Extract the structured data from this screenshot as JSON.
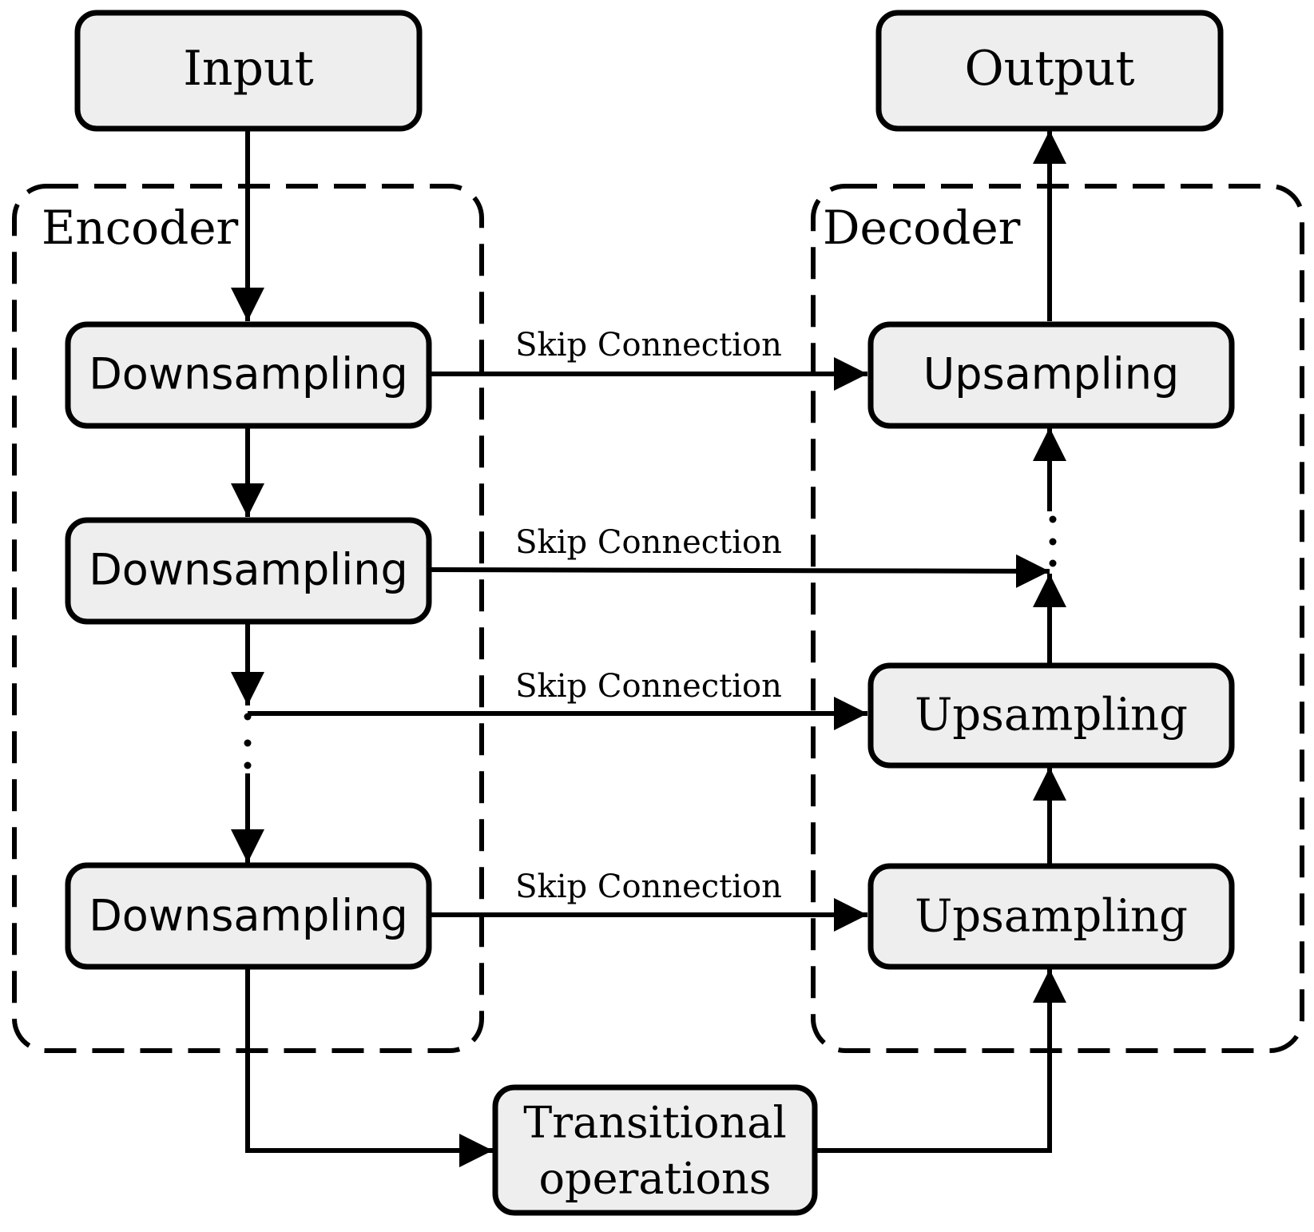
{
  "diagram": {
    "nodes": {
      "input": "Input",
      "output": "Output",
      "down1": "Downsampling",
      "down2": "Downsampling",
      "down3": "Downsampling",
      "up1": "Upsampling",
      "up2": "Upsampling",
      "up3": "Upsampling",
      "transition_line1": "Transitional",
      "transition_line2": "operations"
    },
    "groups": {
      "encoder": "Encoder",
      "decoder": "Decoder"
    },
    "skip_labels": [
      "Skip Connection",
      "Skip Connection",
      "Skip Connection",
      "Skip Connection"
    ],
    "colors": {
      "node_fill": "#eeeeee",
      "stroke": "#000000",
      "background": "#ffffff"
    }
  }
}
